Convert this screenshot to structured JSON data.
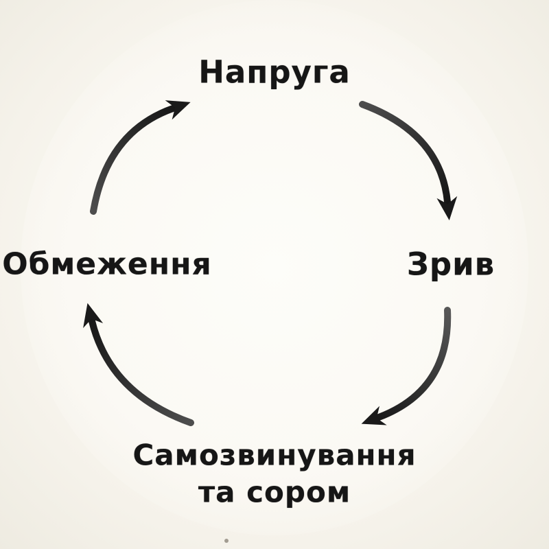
{
  "colors": {
    "background": "#f5f2ea",
    "wash": "#fdfdf9",
    "ink": "#1a1a1a"
  },
  "diagram": {
    "type": "cycle",
    "direction": "clockwise",
    "language": "Ukrainian",
    "nodes": [
      {
        "id": "tension",
        "label": "Напруга"
      },
      {
        "id": "breakdown",
        "label": "Зрив"
      },
      {
        "id": "self-blame-shame",
        "label": "Самозвинування та сором",
        "line1": "Самозвинування",
        "line2": "та сором"
      },
      {
        "id": "restriction",
        "label": "Обмеження"
      }
    ],
    "edges": [
      {
        "from": "Напруга",
        "to": "Зрив"
      },
      {
        "from": "Зрив",
        "to": "Самозвинування та сором"
      },
      {
        "from": "Самозвинування та сором",
        "to": "Обмеження"
      },
      {
        "from": "Обмеження",
        "to": "Напруга"
      }
    ]
  }
}
